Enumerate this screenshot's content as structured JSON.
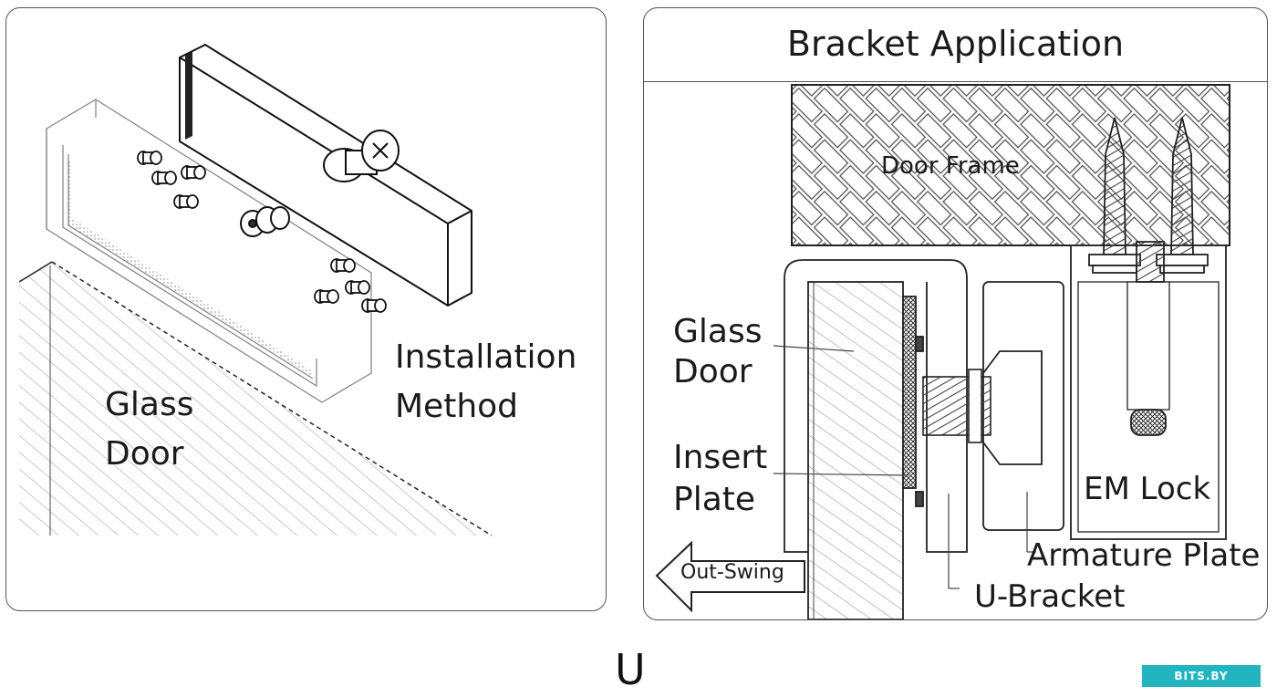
{
  "left_panel": {
    "glass_door_label": [
      "Glass",
      "Door"
    ],
    "installation_label": [
      "Installation",
      "Method"
    ]
  },
  "right_panel": {
    "title": "Bracket Application",
    "door_frame_label": "Door Frame",
    "glass_door_label": [
      "Glass",
      "Door"
    ],
    "insert_plate_label": [
      "Insert",
      "Plate"
    ],
    "em_lock_label": "EM Lock",
    "armature_plate_label": "Armature Plate",
    "u_bracket_label": "U-Bracket",
    "out_swing_label": "Out-Swing"
  },
  "footer": {
    "letter": "U",
    "watermark": "BITS.BY"
  },
  "colors": {
    "line": "#222222",
    "panel_border": "#555555",
    "watermark_bg": "#22b5c0"
  }
}
